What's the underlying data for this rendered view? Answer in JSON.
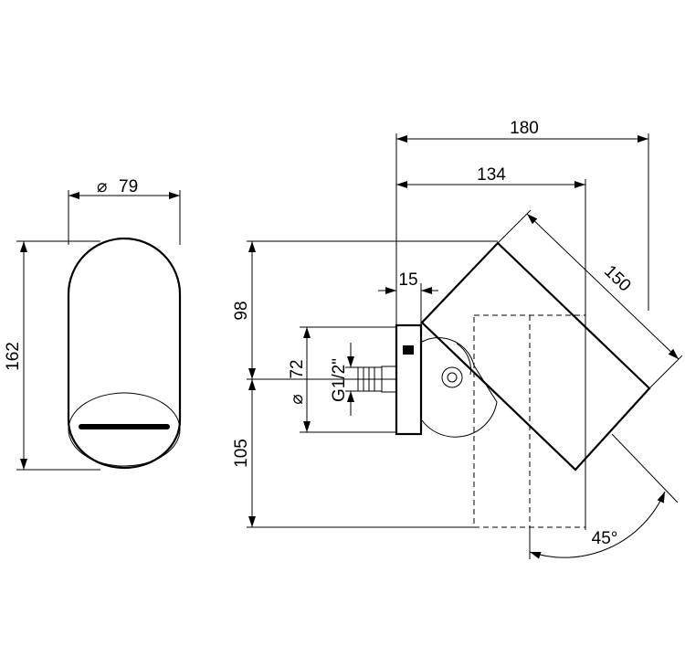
{
  "dimensions": {
    "front_diameter": "79",
    "front_height": "162",
    "overall_width": "180",
    "width_to_axis": "134",
    "body_length": "150",
    "wall_plate_depth": "15",
    "height_above_axis": "98",
    "height_below_axis": "105",
    "plate_diameter": "72",
    "thread": "G1/2\"",
    "rotation_angle": "45°"
  },
  "symbols": {
    "diameter": "⌀"
  }
}
